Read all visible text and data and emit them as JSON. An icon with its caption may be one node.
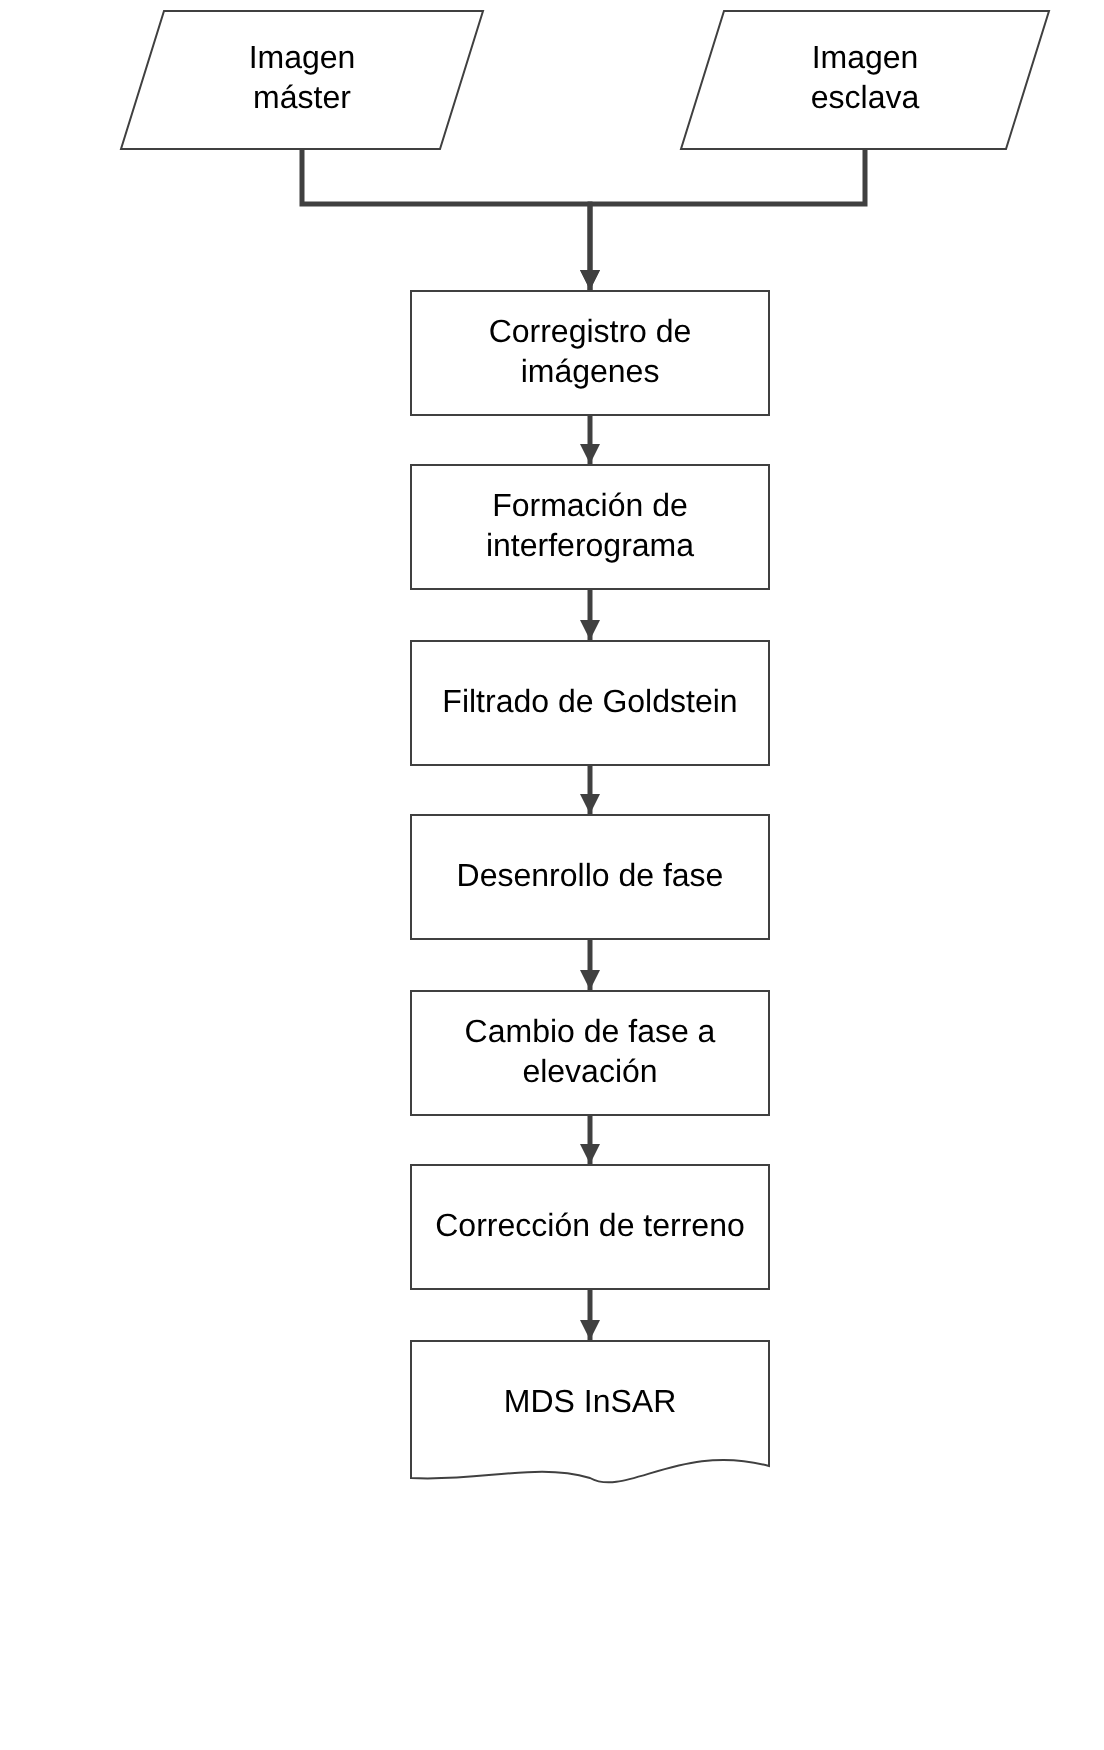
{
  "diagram": {
    "nodes": [
      {
        "text": [
          "Imagen máster"
        ]
      },
      {
        "text": [
          "Imagen esclava"
        ]
      },
      {
        "text": [
          "Corregistro de imágenes"
        ]
      },
      {
        "text": [
          "Formación de interferograma"
        ]
      },
      {
        "text": [
          "Filtrado de Goldstein"
        ]
      },
      {
        "text": [
          "Desenrollo de fase"
        ]
      },
      {
        "text": [
          "Cambio de fase a elevación"
        ]
      },
      {
        "text": [
          "Corrección de terreno"
        ]
      },
      {
        "text": [
          "MDS InSAR"
        ]
      }
    ],
    "edges": [
      {
        "from": 0,
        "to": 2,
        "arrow": "to"
      },
      {
        "from": 1,
        "to": 2,
        "arrow": "to"
      },
      {
        "from": 2,
        "to": 3,
        "arrow": "to"
      },
      {
        "from": 3,
        "to": 4,
        "arrow": "to"
      },
      {
        "from": 4,
        "to": 5,
        "arrow": "to"
      },
      {
        "from": 5,
        "to": 6,
        "arrow": "to"
      },
      {
        "from": 6,
        "to": 7,
        "arrow": "to"
      },
      {
        "from": 7,
        "to": 8,
        "arrow": "to"
      }
    ]
  }
}
